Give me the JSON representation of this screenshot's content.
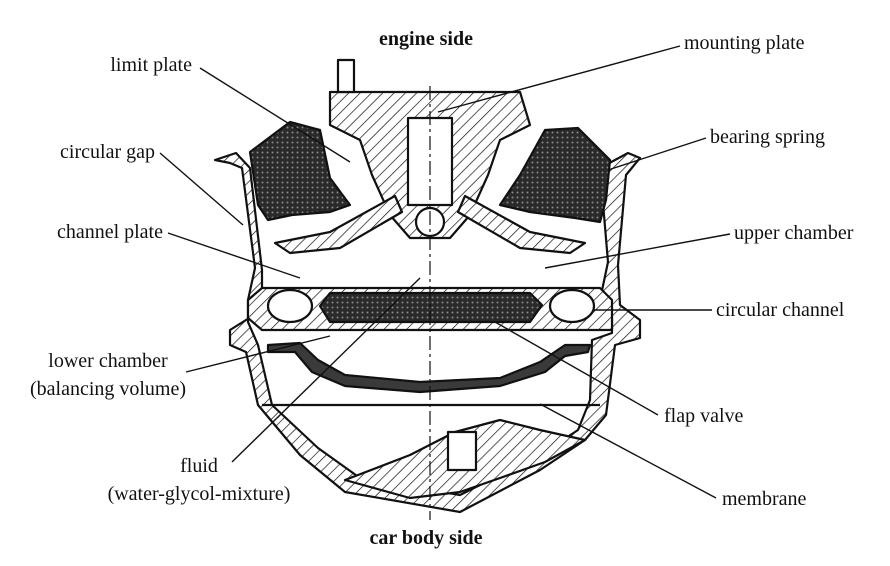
{
  "diagram": {
    "top_label": "engine side",
    "bottom_label": "car body side",
    "labels": {
      "limit_plate": "limit plate",
      "mounting_plate": "mounting plate",
      "circular_gap": "circular gap",
      "bearing_spring": "bearing spring",
      "channel_plate": "channel plate",
      "upper_chamber": "upper chamber",
      "circular_channel": "circular channel",
      "lower_chamber_1": "lower chamber",
      "lower_chamber_2": "(balancing volume)",
      "flap_valve": "flap valve",
      "fluid_1": "fluid",
      "fluid_2": "(water-glycol-mixture)",
      "membrane": "membrane"
    }
  }
}
